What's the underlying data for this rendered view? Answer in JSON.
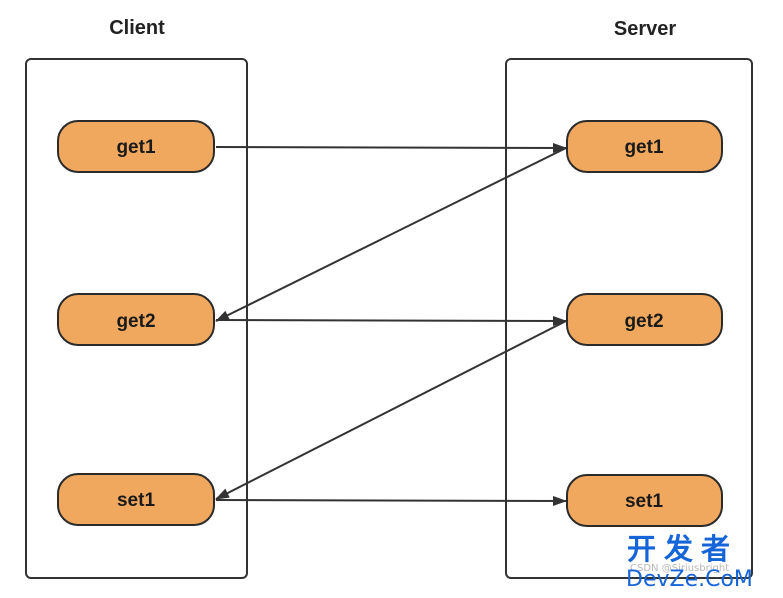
{
  "columns": {
    "client": {
      "title": "Client"
    },
    "server": {
      "title": "Server"
    }
  },
  "client_nodes": [
    {
      "id": "c-get1",
      "label": "get1"
    },
    {
      "id": "c-get2",
      "label": "get2"
    },
    {
      "id": "c-set1",
      "label": "set1"
    }
  ],
  "server_nodes": [
    {
      "id": "s-get1",
      "label": "get1"
    },
    {
      "id": "s-get2",
      "label": "get2"
    },
    {
      "id": "s-set1",
      "label": "set1"
    }
  ],
  "edges": [
    {
      "from": "c-get1",
      "to": "s-get1"
    },
    {
      "from": "s-get1",
      "to": "c-get2"
    },
    {
      "from": "c-get2",
      "to": "s-get2"
    },
    {
      "from": "s-get2",
      "to": "c-set1"
    },
    {
      "from": "c-set1",
      "to": "s-set1"
    }
  ],
  "colors": {
    "node_fill": "#f0a85f",
    "node_stroke": "#2b2b2b",
    "frame_stroke": "#333333",
    "arrow": "#333333"
  },
  "watermark": {
    "cn": "开发者",
    "en": "DevZe.CoM",
    "small": "CSDN @Siriusbright"
  }
}
